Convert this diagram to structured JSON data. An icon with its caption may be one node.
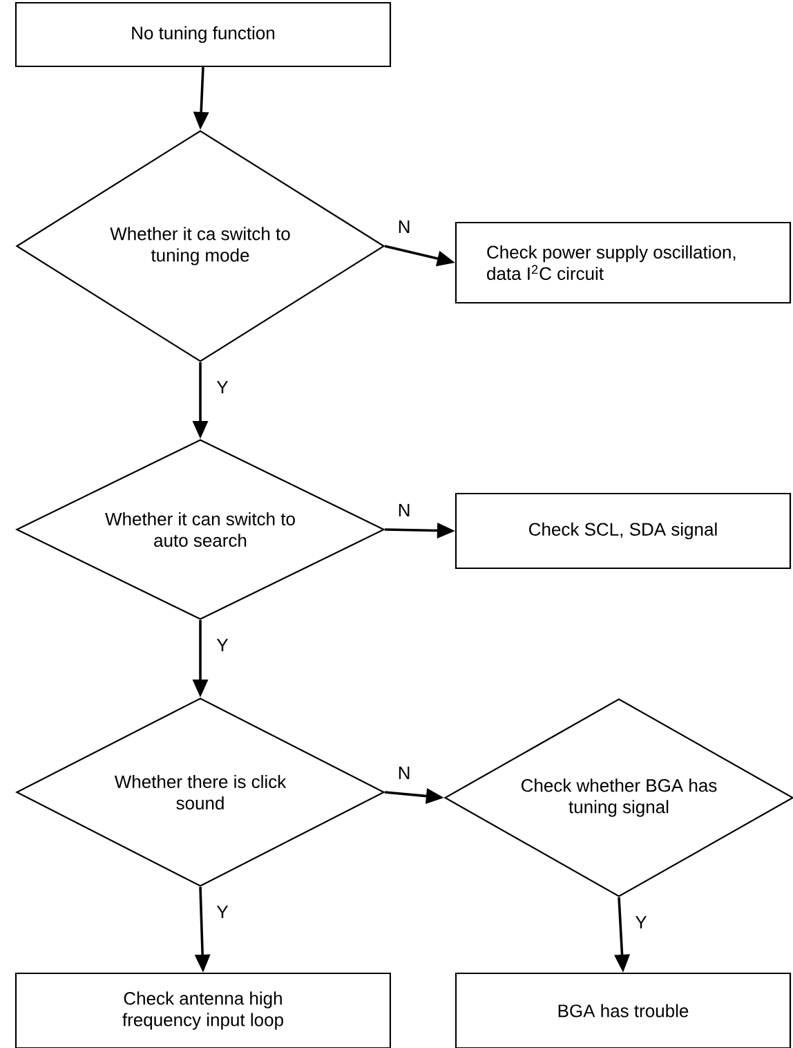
{
  "diagram": {
    "nodes": [
      {
        "text": [
          "No tuning function"
        ]
      },
      {
        "text": [
          "Whether it ca switch to tuning mode"
        ]
      },
      {
        "text": [
          "Check power supply oscillation, data I$^{2}$C circuit"
        ]
      },
      {
        "text": [
          "Whether it can switch to auto search"
        ]
      },
      {
        "text": [
          "Check SCL, SDA signal"
        ]
      },
      {
        "text": [
          "Whether there is click sound"
        ]
      },
      {
        "text": [
          "Check whether BGA has tuning signal"
        ]
      },
      {
        "text": [
          "Check antenna high frequency input loop"
        ]
      },
      {
        "text": [
          "BGA has trouble"
        ]
      }
    ],
    "edges": [
      {
        "from": 0,
        "to": 1,
        "arrow": "to"
      },
      {
        "from": 1,
        "to": 2,
        "arrow": "to",
        "label": "N"
      },
      {
        "from": 1,
        "to": 3,
        "arrow": "to",
        "label": "Y"
      },
      {
        "from": 3,
        "to": 4,
        "arrow": "to",
        "label": "N"
      },
      {
        "from": 3,
        "to": 5,
        "arrow": "to",
        "label": "Y"
      },
      {
        "from": 5,
        "to": 6,
        "arrow": "to",
        "label": "N"
      },
      {
        "from": 5,
        "to": 7,
        "arrow": "to",
        "label": "Y"
      },
      {
        "from": 6,
        "to": 8,
        "arrow": "to",
        "label": "Y"
      }
    ]
  }
}
